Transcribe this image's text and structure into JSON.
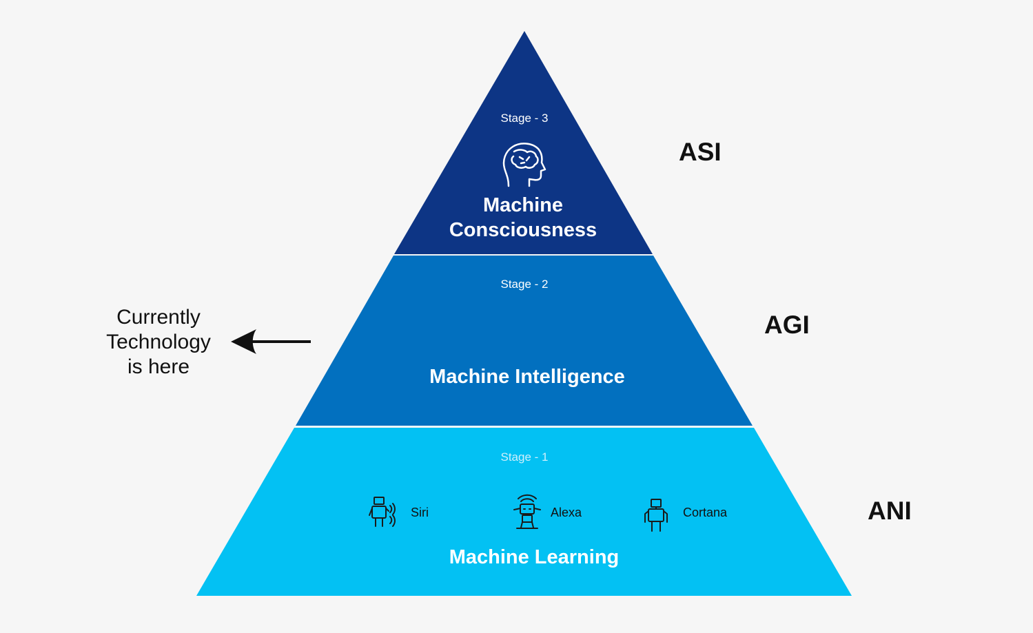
{
  "colors": {
    "background": "#f6f6f6",
    "stage3": "#0d3585",
    "stage2": "#0270bf",
    "stage1": "#03c1f3",
    "stage1_label": "#cdeffc",
    "text_dark": "#111111"
  },
  "stages": [
    {
      "stage_label": "Stage - 3",
      "title_line1": "Machine",
      "title_line2": "Consciousness",
      "side_label": "ASI",
      "icon": "brain-head-icon"
    },
    {
      "stage_label": "Stage - 2",
      "title": "Machine Intelligence",
      "side_label": "AGI"
    },
    {
      "stage_label": "Stage - 1",
      "title": "Machine Learning",
      "side_label": "ANI",
      "assistants": [
        {
          "name": "Siri",
          "icon": "robot-icon"
        },
        {
          "name": "Alexa",
          "icon": "robot-antenna-icon"
        },
        {
          "name": "Cortana",
          "icon": "robot-icon"
        }
      ]
    }
  ],
  "annotation": {
    "line1": "Currently",
    "line2": "Technology",
    "line3": "is here",
    "arrow_icon": "arrow-left-icon"
  }
}
